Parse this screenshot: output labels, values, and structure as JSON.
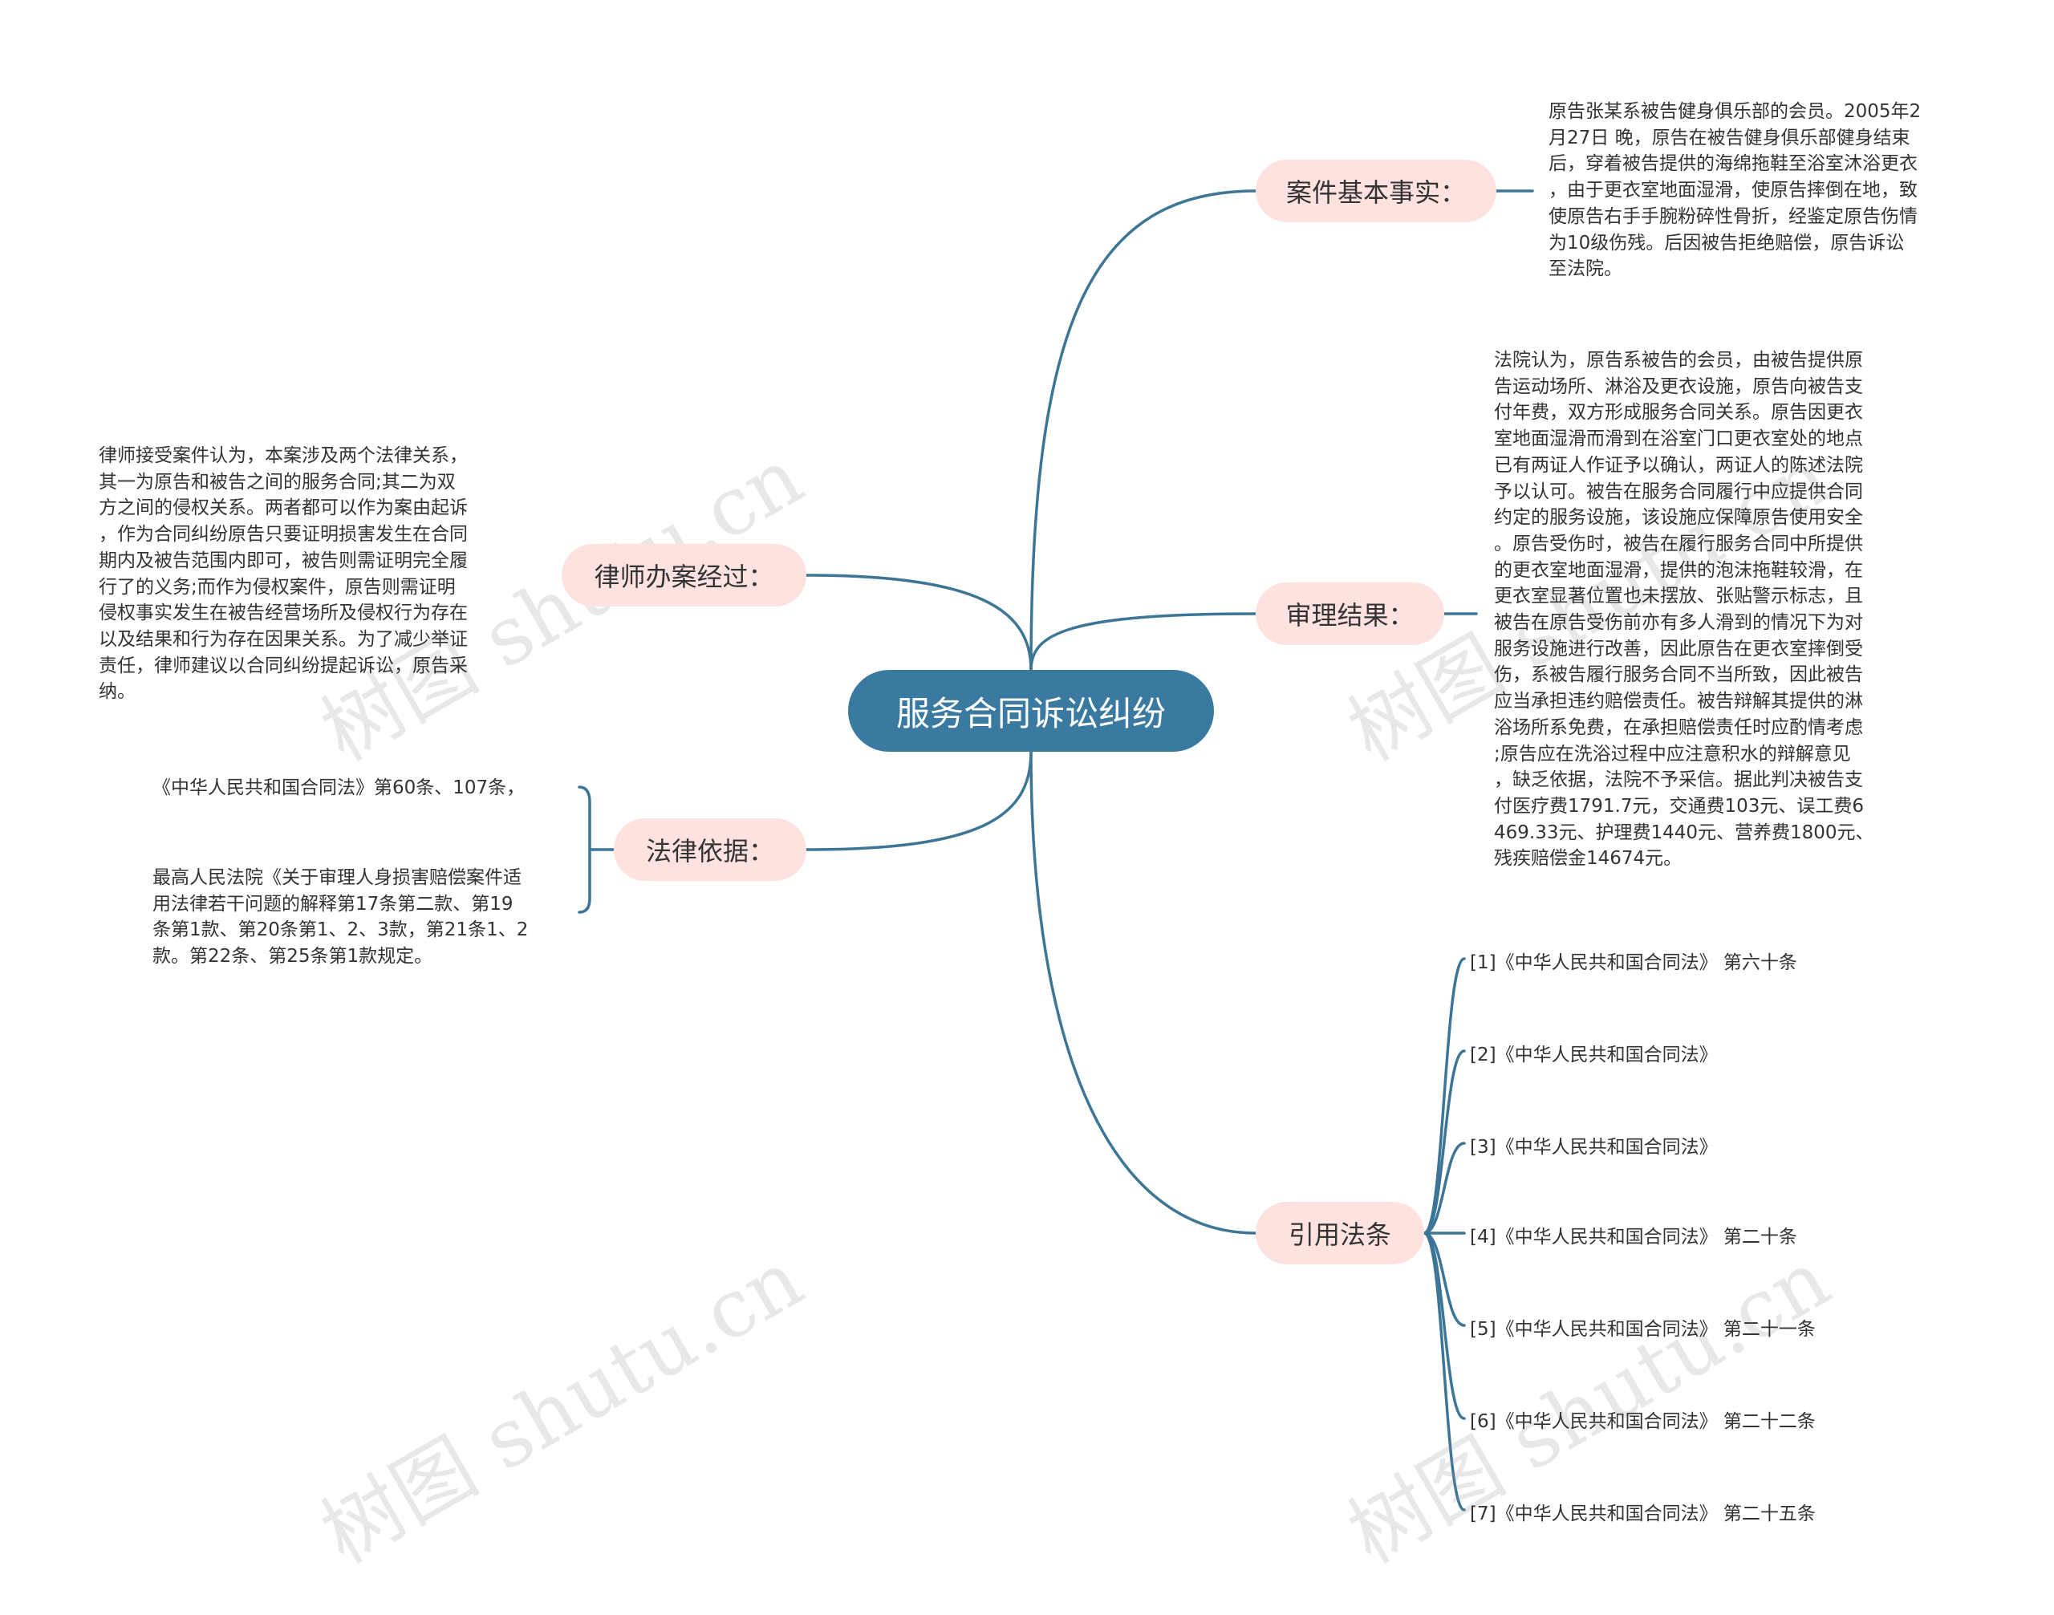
{
  "root": "服务合同诉讼纠纷",
  "watermark": "树图 shutu.cn",
  "branches": {
    "facts": {
      "label": "案件基本事实：",
      "text": "原告张某系被告健身俱乐部的会员。2005年2\n月27日 晚，原告在被告健身俱乐部健身结束\n后，穿着被告提供的海绵拖鞋至浴室沐浴更衣\n，由于更衣室地面湿滑，使原告摔倒在地，致\n使原告右手手腕粉碎性骨折，经鉴定原告伤情\n为10级伤残。后因被告拒绝赔偿，原告诉讼\n至法院。"
    },
    "result": {
      "label": "审理结果：",
      "text": "法院认为，原告系被告的会员，由被告提供原\n告运动场所、淋浴及更衣设施，原告向被告支\n付年费，双方形成服务合同关系。原告因更衣\n室地面湿滑而滑到在浴室门口更衣室处的地点\n已有两证人作证予以确认，两证人的陈述法院\n予以认可。被告在服务合同履行中应提供合同\n约定的服务设施，该设施应保障原告使用安全\n。原告受伤时，被告在履行服务合同中所提供\n的更衣室地面湿滑，提供的泡沫拖鞋较滑，在\n更衣室显著位置也未摆放、张贴警示标志，且\n被告在原告受伤前亦有多人滑到的情况下为对\n服务设施进行改善，因此原告在更衣室摔倒受\n伤，系被告履行服务合同不当所致，因此被告\n应当承担违约赔偿责任。被告辩解其提供的淋\n浴场所系免费，在承担赔偿责任时应酌情考虑\n;原告应在洗浴过程中应注意积水的辩解意见\n，缺乏依据，法院不予采信。据此判决被告支\n付医疗费1791.7元，交通费103元、误工费6\n469.33元、护理费1440元、营养费1800元、\n残疾赔偿金14674元。"
    },
    "lawyer": {
      "label": "律师办案经过：",
      "text": "律师接受案件认为，本案涉及两个法律关系，\n其一为原告和被告之间的服务合同;其二为双\n方之间的侵权关系。两者都可以作为案由起诉\n，作为合同纠纷原告只要证明损害发生在合同\n期内及被告范围内即可，被告则需证明完全履\n行了的义务;而作为侵权案件，原告则需证明\n侵权事实发生在被告经营场所及侵权行为存在\n以及结果和行为存在因果关系。为了减少举证\n责任，律师建议以合同纠纷提起诉讼，原告采\n纳。"
    },
    "basis": {
      "label": "法律依据：",
      "items": [
        "《中华人民共和国合同法》第60条、107条，",
        "最高人民法院《关于审理人身损害赔偿案件适\n用法律若干问题的解释第17条第二款、第19\n条第1款、第20条第1、2、3款，第21条1、2\n款。第22条、第25条第1款规定。"
      ]
    },
    "cited": {
      "label": "引用法条",
      "items": [
        "[1]《中华人民共和国合同法》 第六十条",
        "[2]《中华人民共和国合同法》",
        "[3]《中华人民共和国合同法》",
        "[4]《中华人民共和国合同法》 第二十条",
        "[5]《中华人民共和国合同法》 第二十一条",
        "[6]《中华人民共和国合同法》 第二十二条",
        "[7]《中华人民共和国合同法》 第二十五条"
      ]
    }
  },
  "colors": {
    "root": "#3b7aa0",
    "branch": "#fde2e0",
    "line": "#3d7596"
  }
}
